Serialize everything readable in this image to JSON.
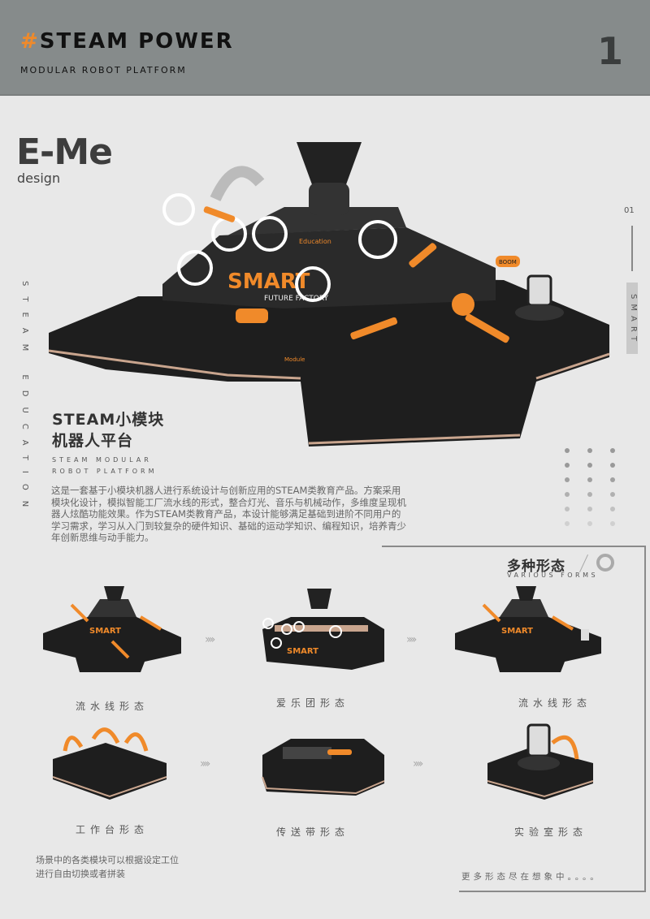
{
  "header": {
    "hash": "#",
    "title": "STEAM POWER",
    "subtitle": "MODULAR ROBOT PLATFORM",
    "page_number": "1"
  },
  "brand": {
    "name": "E-Me",
    "sub": "design"
  },
  "side_left": "STEAM EDUCATION",
  "side_right": {
    "number": "01",
    "label": "SMART"
  },
  "hero": {
    "sign": "SMART",
    "sign_sub": "FUTURE FACTORY",
    "label1": "Education",
    "label2": "Module",
    "label3": "BOOM"
  },
  "section": {
    "title_line1": "STEAM小模块",
    "title_line2": "机器人平台",
    "title_en": "STEAM MODULAR ROBOT PLATFORM",
    "description": "这是一套基于小模块机器人进行系统设计与创新应用的STEAM类教育产品。方案采用模块化设计，模拟智能工厂流水线的形式，整合灯光、音乐与机械动作，多维度呈现机器人炫酷功能效果。作为STEAM类教育产品，本设计能够满足基础到进阶不同用户的学习需求，学习从入门到较复杂的硬件知识、基础的运动学知识、编程知识，培养青少年创新思维与动手能力。"
  },
  "forms": {
    "title": "多种形态",
    "title_en": "VARIOUS FORMS",
    "items": [
      {
        "label": "流水线形态"
      },
      {
        "label": "爱乐团形态"
      },
      {
        "label": "流水线形态"
      },
      {
        "label": "工作台形态"
      },
      {
        "label": "传送带形态"
      },
      {
        "label": "实验室形态"
      }
    ],
    "arrow": "››››",
    "note": "场景中的各类模块可以根据设定工位进行自由切换或者拼装",
    "more": "更多形态尽在想象中。。。。"
  },
  "colors": {
    "accent": "#f08a2a",
    "dark": "#1e1e1e",
    "header_bg": "#868b8b"
  }
}
